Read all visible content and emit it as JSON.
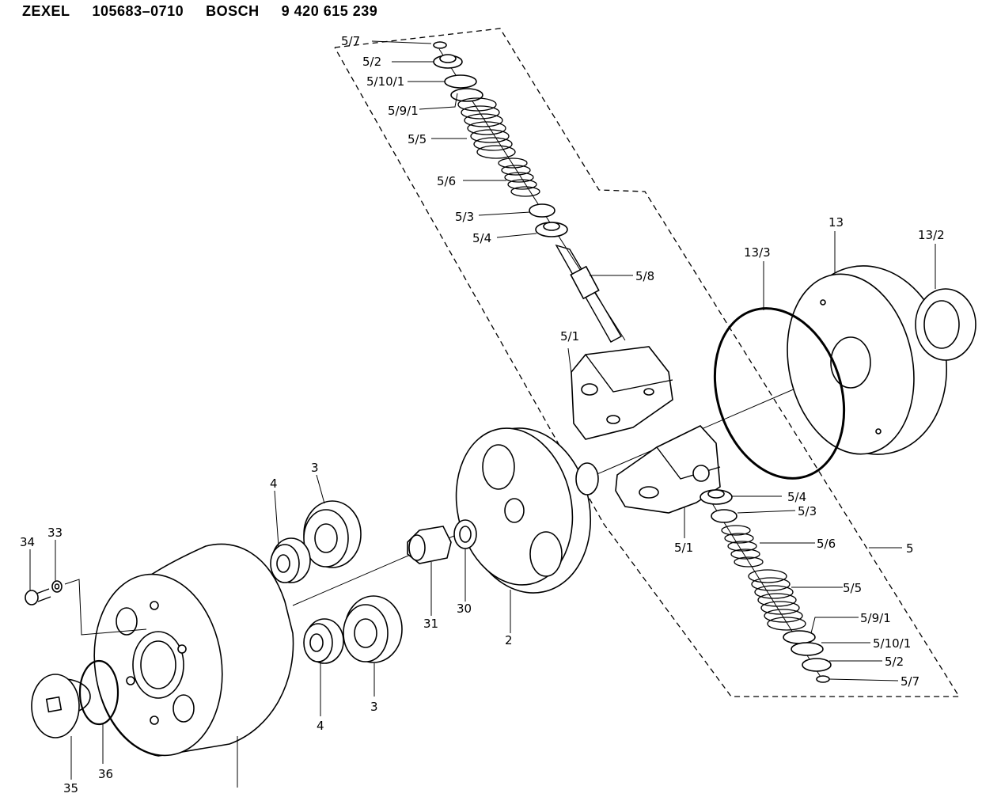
{
  "header": {
    "brand1": "ZEXEL",
    "code1": "105683–0710",
    "brand2": "BOSCH",
    "code2": "9 420 615 239"
  },
  "callouts": [
    {
      "id": "c-5-7-top",
      "text": "5/7"
    },
    {
      "id": "c-5-2-top",
      "text": "5/2"
    },
    {
      "id": "c-5-10-1-top",
      "text": "5/10/1"
    },
    {
      "id": "c-5-9-1-top",
      "text": "5/9/1"
    },
    {
      "id": "c-5-5-top",
      "text": "5/5"
    },
    {
      "id": "c-5-6-top",
      "text": "5/6"
    },
    {
      "id": "c-5-3-top",
      "text": "5/3"
    },
    {
      "id": "c-5-4-top",
      "text": "5/4"
    },
    {
      "id": "c-5-8",
      "text": "5/8"
    },
    {
      "id": "c-5-1-top",
      "text": "5/1"
    },
    {
      "id": "c-13-3",
      "text": "13/3"
    },
    {
      "id": "c-13",
      "text": "13"
    },
    {
      "id": "c-13-2",
      "text": "13/2"
    },
    {
      "id": "c-5-4-bot",
      "text": "5/4"
    },
    {
      "id": "c-5-3-bot",
      "text": "5/3"
    },
    {
      "id": "c-5-6-bot",
      "text": "5/6"
    },
    {
      "id": "c-5",
      "text": "5"
    },
    {
      "id": "c-5-1-bot",
      "text": "5/1"
    },
    {
      "id": "c-5-5-bot",
      "text": "5/5"
    },
    {
      "id": "c-5-9-1-bot",
      "text": "5/9/1"
    },
    {
      "id": "c-5-10-1-bot",
      "text": "5/10/1"
    },
    {
      "id": "c-5-2-bot",
      "text": "5/2"
    },
    {
      "id": "c-5-7-bot",
      "text": "5/7"
    },
    {
      "id": "c-3-top",
      "text": "3"
    },
    {
      "id": "c-4-top",
      "text": "4"
    },
    {
      "id": "c-31",
      "text": "31"
    },
    {
      "id": "c-30",
      "text": "30"
    },
    {
      "id": "c-2",
      "text": "2"
    },
    {
      "id": "c-34",
      "text": "34"
    },
    {
      "id": "c-33",
      "text": "33"
    },
    {
      "id": "c-4-bot",
      "text": "4"
    },
    {
      "id": "c-3-bot",
      "text": "3"
    },
    {
      "id": "c-35",
      "text": "35"
    },
    {
      "id": "c-36",
      "text": "36"
    }
  ]
}
